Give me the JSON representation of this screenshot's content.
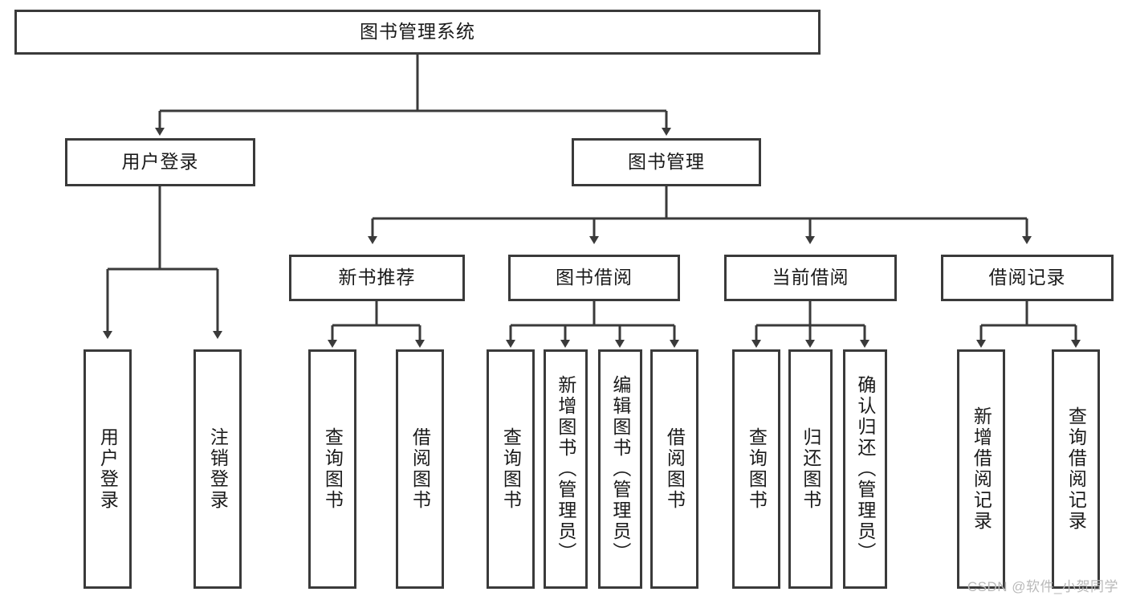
{
  "diagram": {
    "title_node": {
      "label": "图书管理系统"
    },
    "level2": [
      {
        "label": "用户登录"
      },
      {
        "label": "图书管理"
      }
    ],
    "level3": [
      {
        "label": "新书推荐"
      },
      {
        "label": "图书借阅"
      },
      {
        "label": "当前借阅"
      },
      {
        "label": "借阅记录"
      }
    ],
    "leaves": {
      "user_login": [
        {
          "label": "用户登录"
        },
        {
          "label": "注销登录"
        }
      ],
      "new_book_recommend": [
        {
          "label": "查询图书"
        },
        {
          "label": "借阅图书"
        }
      ],
      "book_borrow": [
        {
          "label": "查询图书"
        },
        {
          "label": "新增图书（管理员）"
        },
        {
          "label": "编辑图书（管理员）"
        },
        {
          "label": "借阅图书"
        }
      ],
      "current_borrow": [
        {
          "label": "查询图书"
        },
        {
          "label": "归还图书"
        },
        {
          "label": "确认归还（管理员）"
        }
      ],
      "borrow_record": [
        {
          "label": "新增借阅记录"
        },
        {
          "label": "查询借阅记录"
        }
      ]
    }
  },
  "watermark": {
    "text": "CSDN @软件_小贺同学"
  },
  "colors": {
    "line": "#3a3a3a",
    "background": "#ffffff",
    "text": "#1a1a1a",
    "watermark": "#b9b9b9"
  }
}
